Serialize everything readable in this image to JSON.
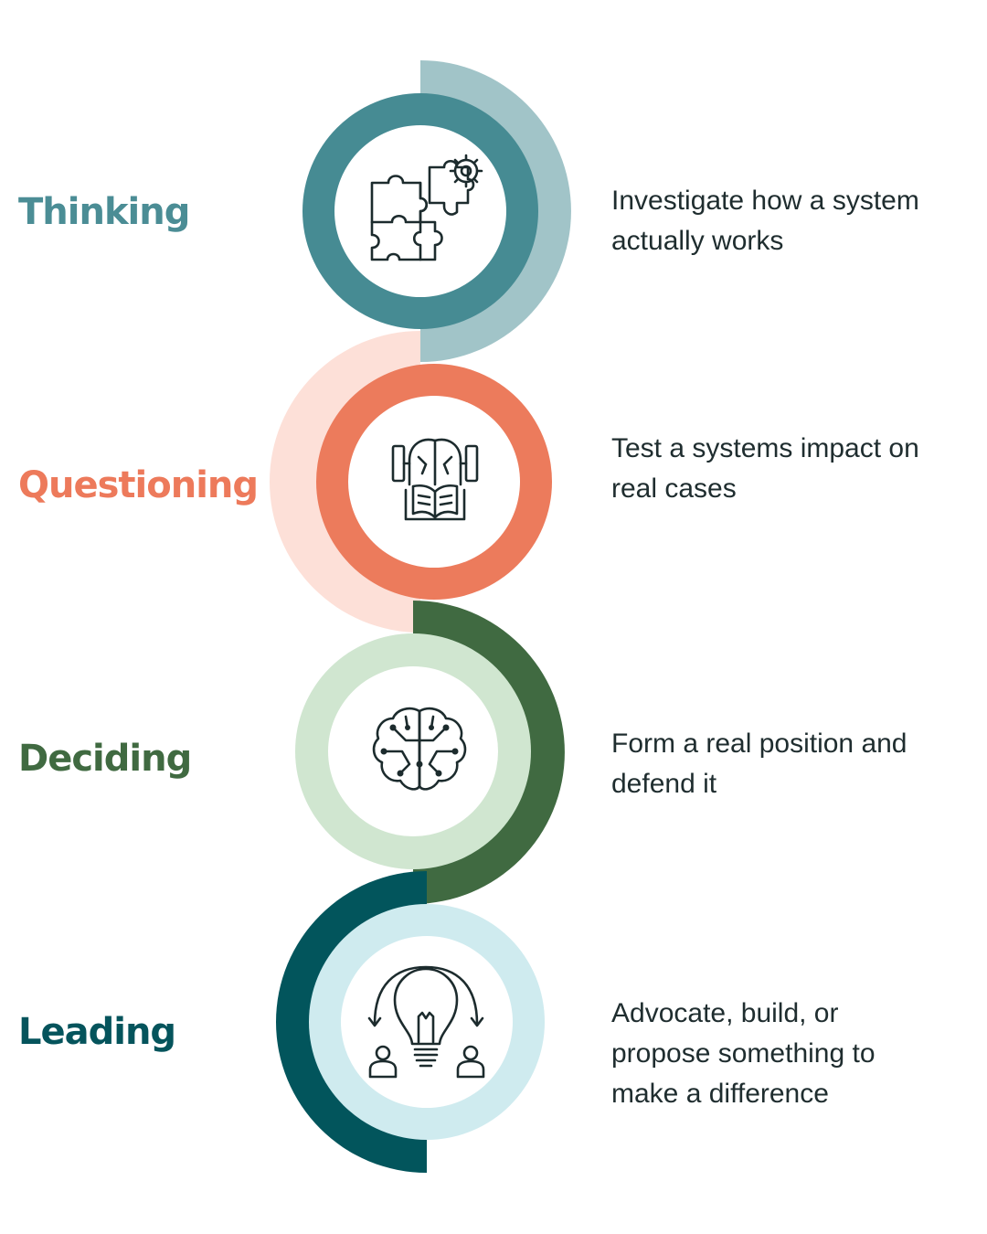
{
  "stages": [
    {
      "label": "Thinking",
      "description": "Investigate how a system actually works",
      "icon": "puzzle-gear-icon",
      "colors": {
        "label": "#4b8d95",
        "ring": "#468b93",
        "half_ring": "#a1c4c8"
      }
    },
    {
      "label": "Questioning",
      "description": "Test a systems impact on real cases",
      "icon": "brain-book-icon",
      "colors": {
        "label": "#ed7a5b",
        "ring": "#ec7b5c",
        "half_ring": "#fde0d8"
      }
    },
    {
      "label": "Deciding",
      "description": "Form a real position and defend it",
      "icon": "circuit-brain-icon",
      "colors": {
        "label": "#406a41",
        "ring": "#d0e6d0",
        "half_ring": "#406a41"
      }
    },
    {
      "label": "Leading",
      "description": "Advocate, build, or propose something to make a difference",
      "icon": "lightbulb-people-icon",
      "colors": {
        "label": "#05545c",
        "ring": "#cfebef",
        "half_ring": "#02555c"
      }
    }
  ]
}
